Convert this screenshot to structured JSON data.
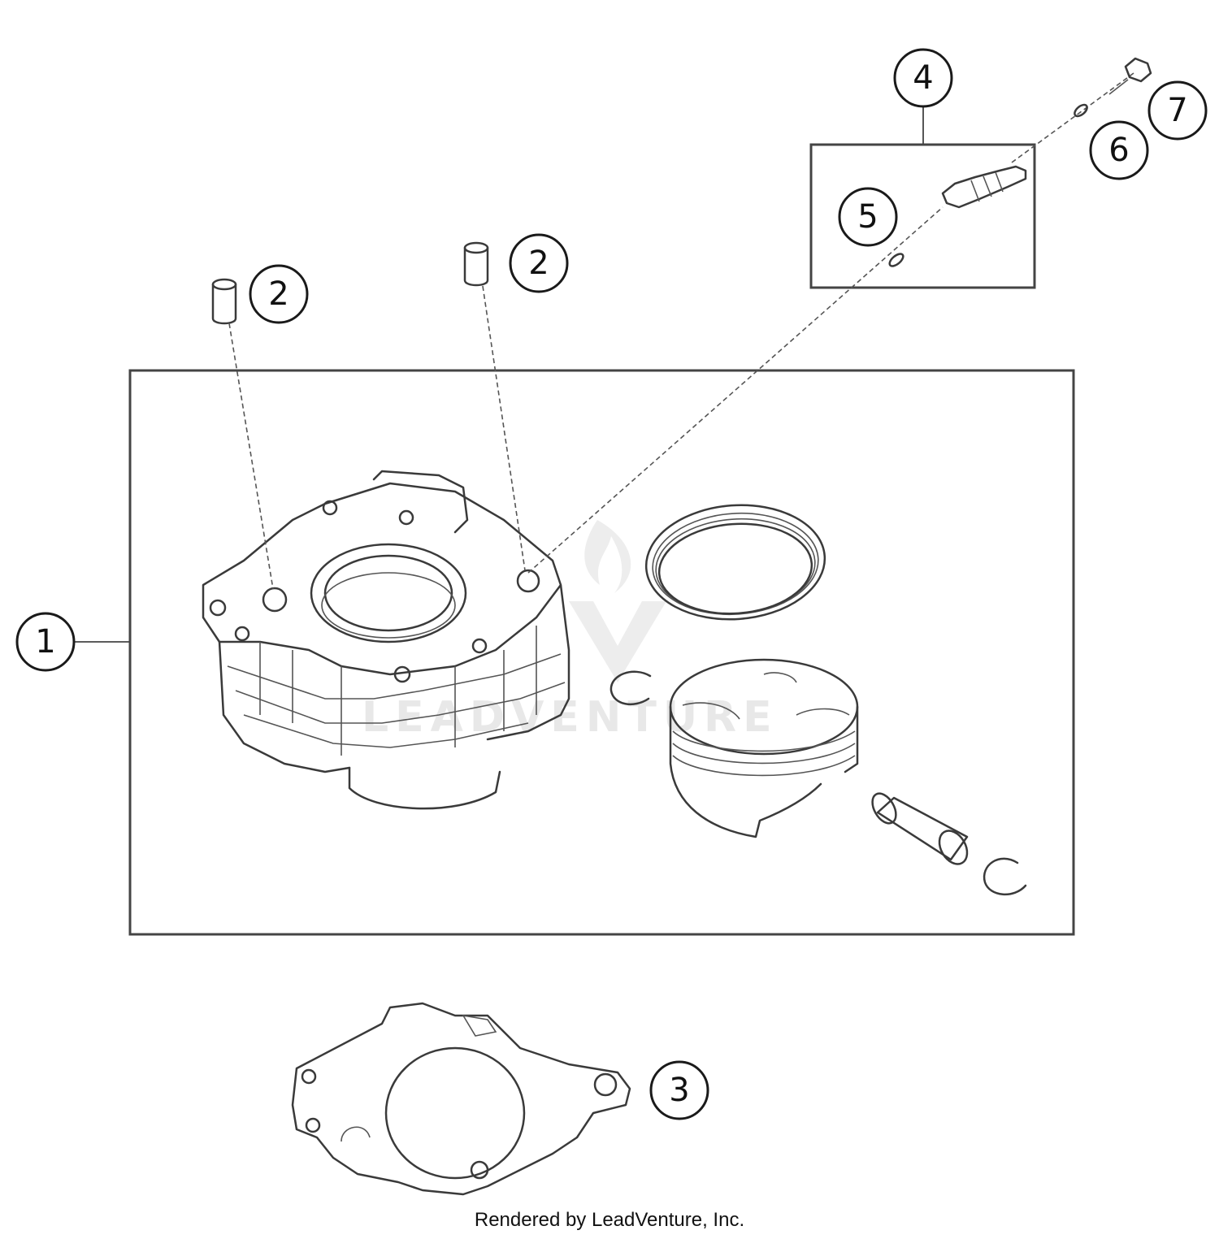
{
  "callouts": {
    "c1": "1",
    "c2a": "2",
    "c2b": "2",
    "c3": "3",
    "c4": "4",
    "c5": "5",
    "c6": "6",
    "c7": "7"
  },
  "watermark_text": "LEADVENTURE",
  "footer": "Rendered by LeadVenture, Inc."
}
